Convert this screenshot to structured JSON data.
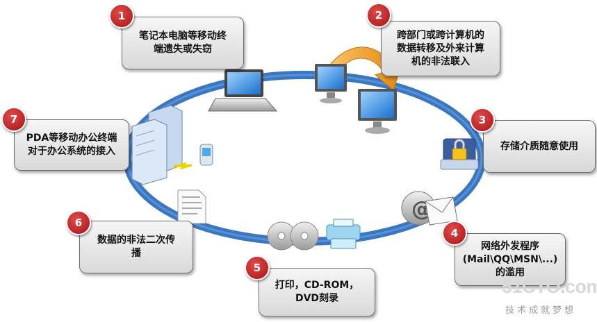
{
  "colors": {
    "ring": "#3a77c2",
    "badge": "#c41b1b",
    "arrow": "#f39b24",
    "callout_border": "#6e6e6e"
  },
  "items": [
    {
      "number": "1",
      "text": "笔记本电脑等移动终\n端遗失或失窃",
      "icon": "laptop-icon"
    },
    {
      "number": "2",
      "text": "跨部门或跨计算机的\n数据转移及外来计算\n机的非法联入",
      "icon": "desktop-computers-icon"
    },
    {
      "number": "3",
      "text": "存储介质随意使用",
      "icon": "locked-drive-icon"
    },
    {
      "number": "4",
      "text": "网络外发程序\n(Mail\\QQ\\MSN\\...)\n的滥用",
      "icon": "email-icon"
    },
    {
      "number": "5",
      "text": "打印，CD-ROM，\nDVD刻录",
      "icon": "printer-cd-icon"
    },
    {
      "number": "6",
      "text": "数据的非法二次传\n播",
      "icon": "document-icon"
    },
    {
      "number": "7",
      "text": "PDA等移动办公终端\n对于办公系统的接入",
      "icon": "server-pda-icon"
    }
  ],
  "watermark": {
    "logo": "51CTO.com",
    "slogan": "技术成就梦想"
  }
}
